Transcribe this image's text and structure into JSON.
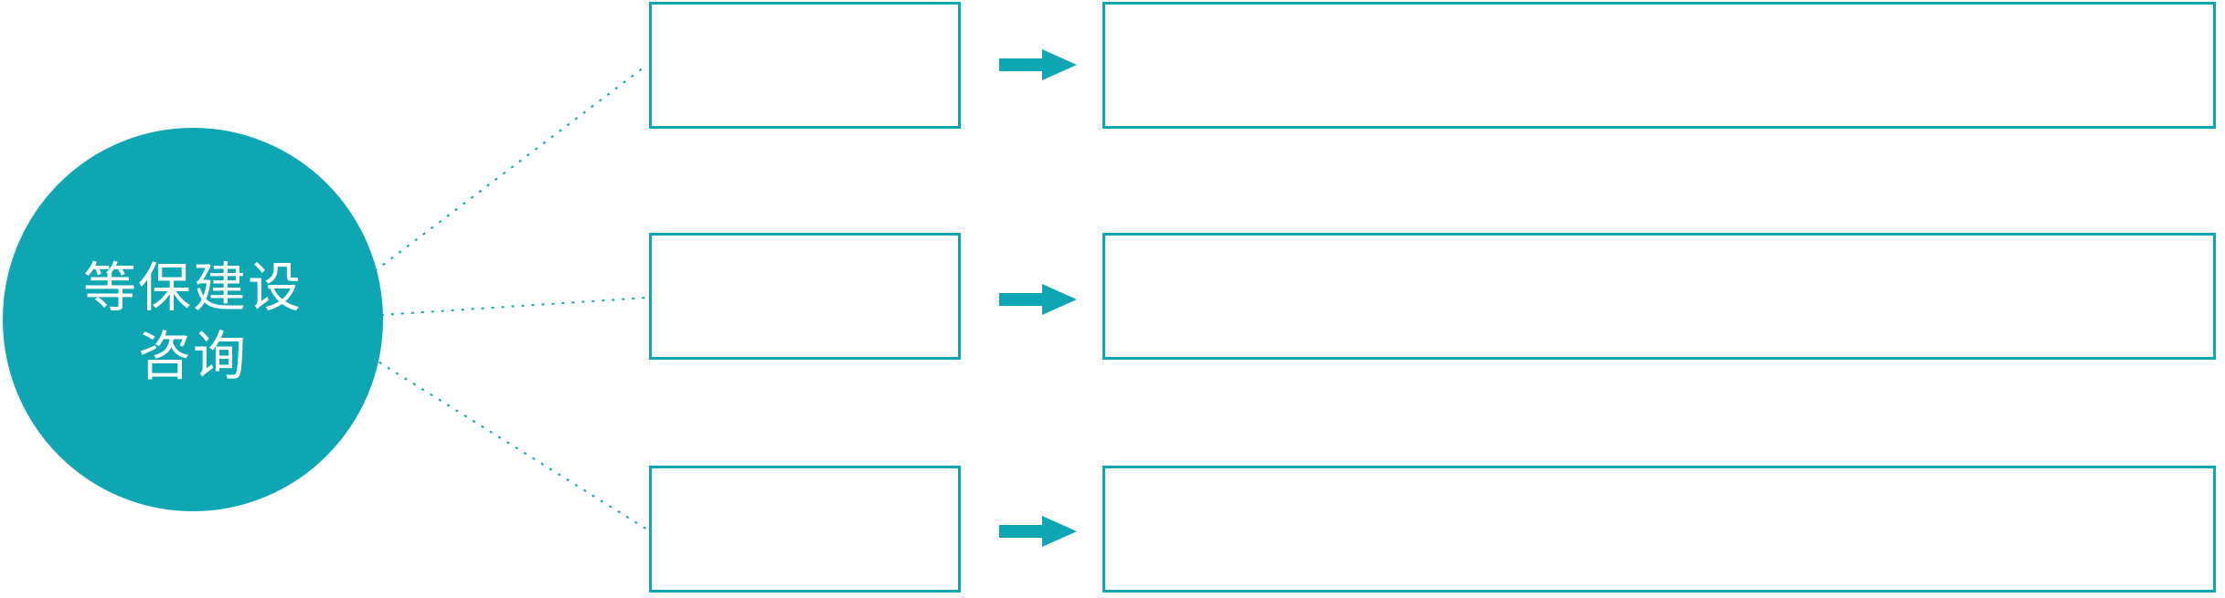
{
  "colors": {
    "accent": "#0FA6B4",
    "text_on_accent": "#FFFFFF",
    "background": "#FFFFFF"
  },
  "circle": {
    "label_line1": "等保建设",
    "label_line2": "咨询"
  },
  "icons": {
    "arrow_right": "arrow-right-icon",
    "connector_style": "dotted-line"
  },
  "rows": [
    {
      "category": "",
      "description": ""
    },
    {
      "category": "",
      "description": ""
    },
    {
      "category": "",
      "description": ""
    }
  ]
}
